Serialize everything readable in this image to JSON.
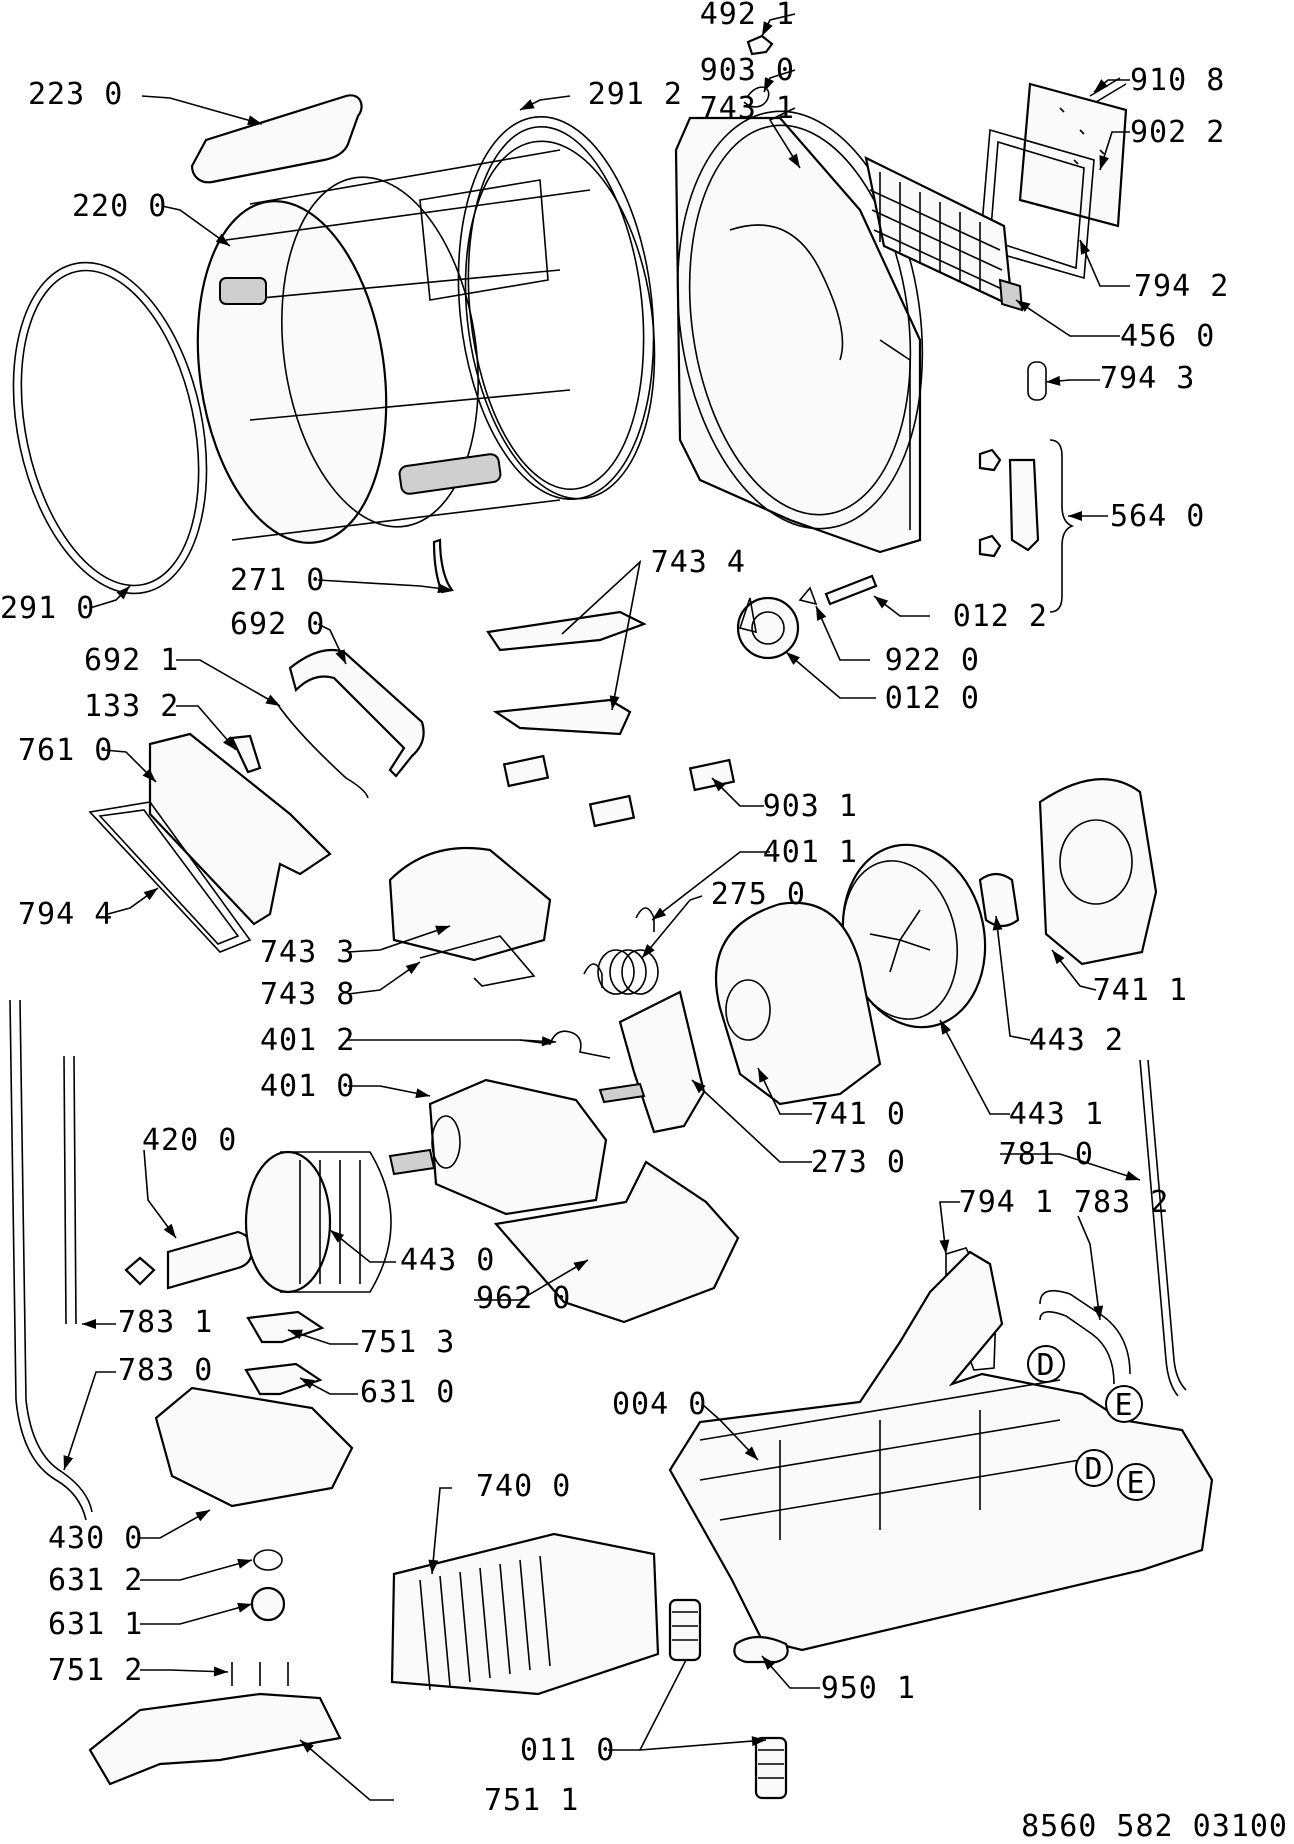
{
  "diagram": {
    "document_code": "8560 582 03100",
    "part_labels": [
      "492 1",
      "903 0",
      "910 8",
      "743 1",
      "223 0",
      "291 2",
      "902 2",
      "220 0",
      "794 2",
      "456 0",
      "794 3",
      "564 0",
      "291 0",
      "271 0",
      "743 4",
      "692 0",
      "012 2",
      "692 1",
      "922 0",
      "133 2",
      "012 0",
      "761 0",
      "903 1",
      "401 1",
      "275 0",
      "794 4",
      "743 3",
      "743 8",
      "741 1",
      "443 2",
      "401 2",
      "401 0",
      "741 0",
      "443 1",
      "420 0",
      "273 0",
      "781 0",
      "794 1",
      "783 2",
      "443 0",
      "962 0",
      "783 1",
      "751 3",
      "783 0",
      "631 0",
      "004 0",
      "740 0",
      "430 0",
      "631 2",
      "631 1",
      "751 2",
      "950 1",
      "011 0",
      "751 1"
    ],
    "connector_marks": [
      "D",
      "E",
      "D",
      "E"
    ]
  }
}
